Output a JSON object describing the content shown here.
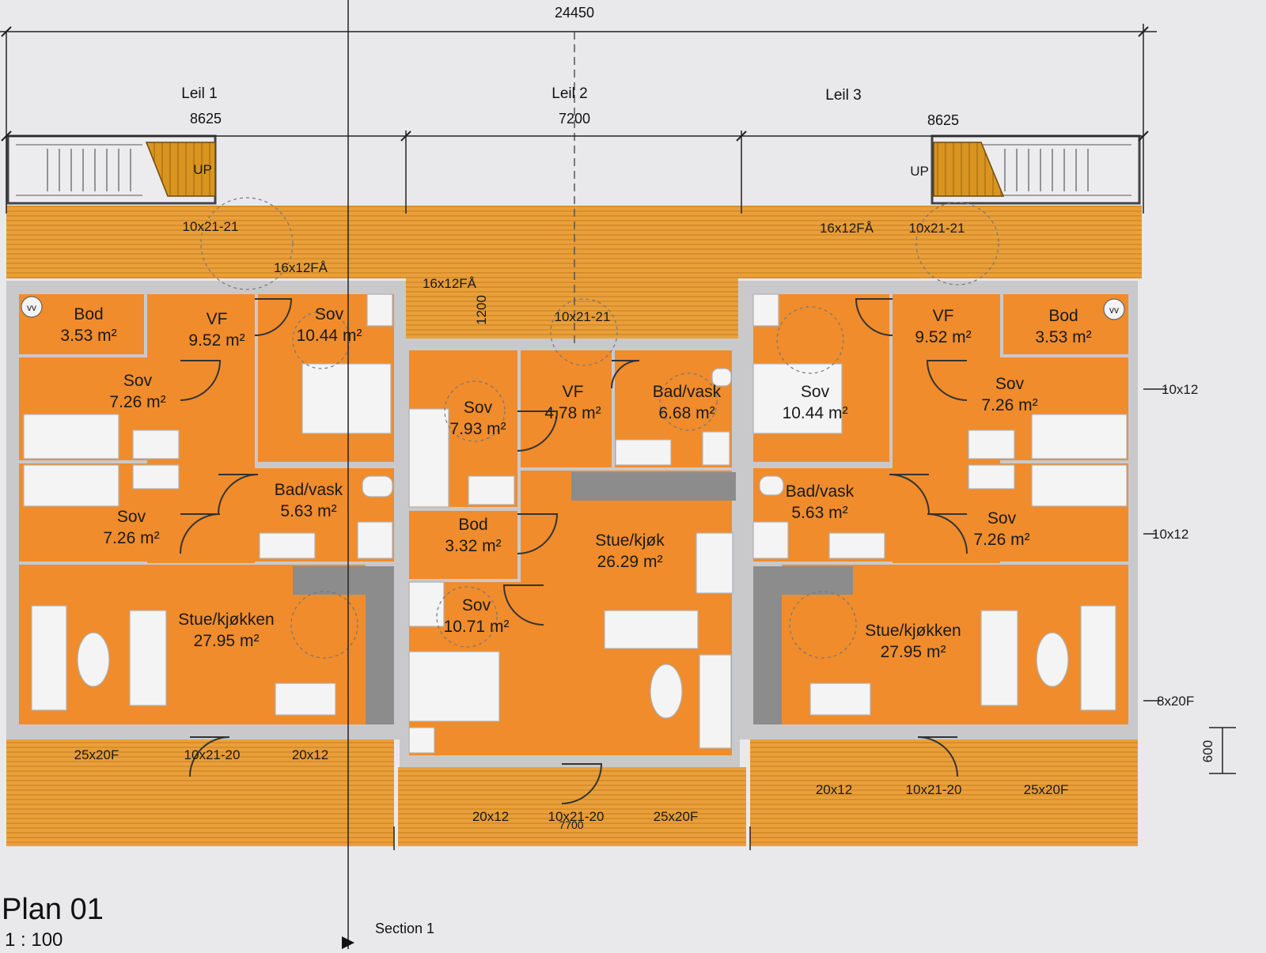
{
  "drawing": {
    "title": "Plan 01",
    "scale": "1 : 100",
    "section_label": "Section 1",
    "overall_dimension": "24450",
    "colors": {
      "room": "#f08c2c",
      "deck": "#e9a03a",
      "wall": "#c9c9cc",
      "paper": "#e9e9ec",
      "furniture": "#f4f4f4",
      "core": "#8c8c8c"
    }
  },
  "units": [
    {
      "name": "Leil 1",
      "width": "8625"
    },
    {
      "name": "Leil 2",
      "width": "7200"
    },
    {
      "name": "Leil 3",
      "width": "8625"
    }
  ],
  "rooms": [
    {
      "name": "Bod",
      "area": "3.53 m²"
    },
    {
      "name": "VF",
      "area": "9.52 m²"
    },
    {
      "name": "Sov",
      "area": "10.44 m²"
    },
    {
      "name": "Sov",
      "area": "7.26 m²"
    },
    {
      "name": "Sov",
      "area": "7.26 m²"
    },
    {
      "name": "Bad/vask",
      "area": "5.63 m²"
    },
    {
      "name": "Stue/kjøkken",
      "area": "27.95 m²"
    },
    {
      "name": "Sov",
      "area": "7.93 m²"
    },
    {
      "name": "VF",
      "area": "4.78 m²"
    },
    {
      "name": "Bad/vask",
      "area": "6.68 m²"
    },
    {
      "name": "Bod",
      "area": "3.32 m²"
    },
    {
      "name": "Stue/kjøk",
      "area": "26.29 m²"
    },
    {
      "name": "Sov",
      "area": "10.71 m²"
    },
    {
      "name": "Sov",
      "area": "10.44 m²"
    },
    {
      "name": "VF",
      "area": "9.52 m²"
    },
    {
      "name": "Bod",
      "area": "3.53 m²"
    },
    {
      "name": "Sov",
      "area": "7.26 m²"
    },
    {
      "name": "Bad/vask",
      "area": "5.63 m²"
    },
    {
      "name": "Sov",
      "area": "7.26 m²"
    },
    {
      "name": "Stue/kjøkken",
      "area": "27.95 m²"
    }
  ],
  "tags": {
    "up": "UP",
    "vv": "vv",
    "door_entry_l1": "10x21-21",
    "window_entry_l1": "16x12FÅ",
    "window_entry_l2": "16x12FÅ",
    "door_entry_l2": "10x21-21",
    "window_entry_l3": "16x12FÅ",
    "door_entry_l3": "10x21-21",
    "depth_l2": "1200",
    "side_win_1": "10x12",
    "side_win_2": "10x12",
    "side_win_3": "8x20F",
    "terrace_depth": "600",
    "l1_win_a": "25x20F",
    "l1_door": "10x21-20",
    "l1_win_b": "20x12",
    "l2_win_a": "20x12",
    "l2_door": "10x21-20",
    "l2_width": "7700",
    "l2_win_b": "25x20F",
    "l3_win_a": "20x12",
    "l3_door": "10x21-20",
    "l3_win_b": "25x20F"
  }
}
